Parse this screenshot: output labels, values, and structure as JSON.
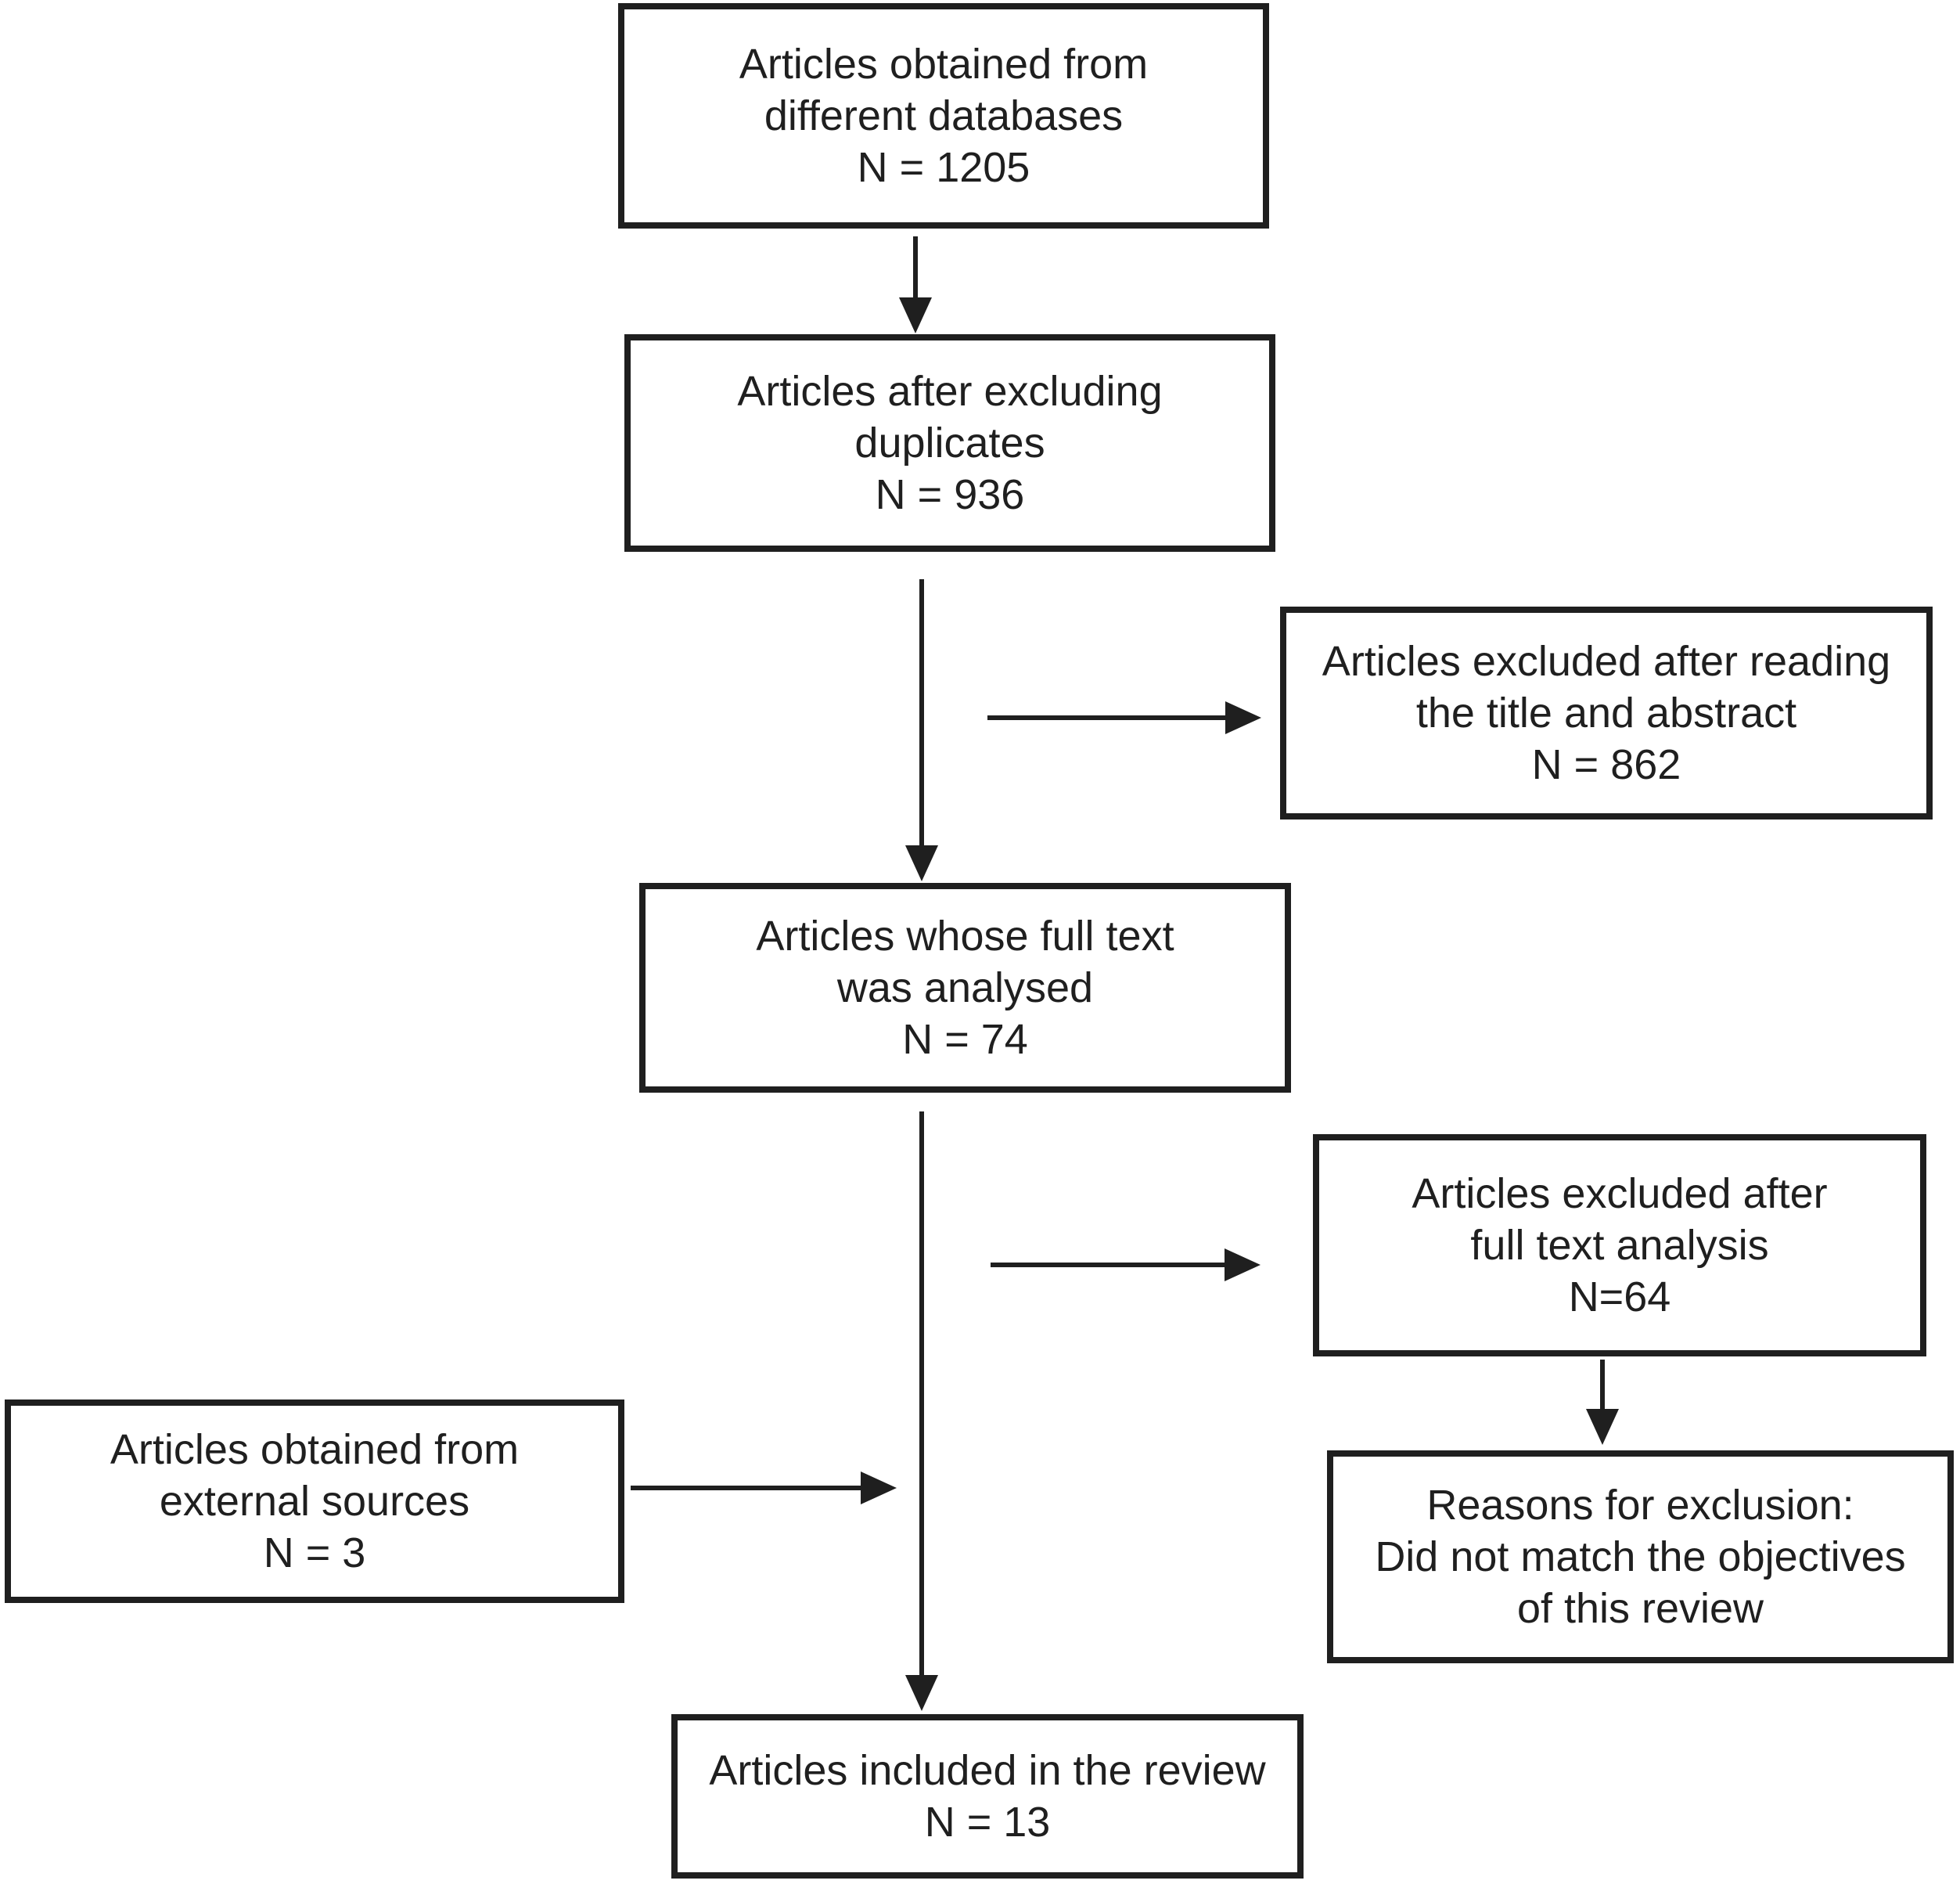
{
  "figure": {
    "type": "prisma-style-flowchart",
    "background_color": "#ffffff",
    "line_color": "#1f1f1f",
    "text_color": "#1f1f1f"
  },
  "boxes": {
    "databases": {
      "lines": [
        "Articles obtained from",
        "different databases",
        "N = 1205"
      ]
    },
    "duplicates": {
      "lines": [
        "Articles after excluding",
        "duplicates",
        "N = 936"
      ]
    },
    "title_abstract_excluded": {
      "lines": [
        "Articles excluded after reading",
        "the title and abstract",
        "N = 862"
      ]
    },
    "full_text_analysed": {
      "lines": [
        "Articles whose full text",
        "was analysed",
        "N = 74"
      ]
    },
    "full_text_excluded": {
      "lines": [
        "Articles excluded after",
        "full text analysis",
        "N=64"
      ]
    },
    "exclusion_reasons": {
      "lines": [
        "Reasons for exclusion:",
        "Did not match the objectives",
        "of this review"
      ]
    },
    "external_sources": {
      "lines": [
        "Articles obtained from",
        "external sources",
        "N = 3"
      ]
    },
    "included": {
      "lines": [
        "Articles included in the review",
        "N = 13"
      ]
    }
  }
}
